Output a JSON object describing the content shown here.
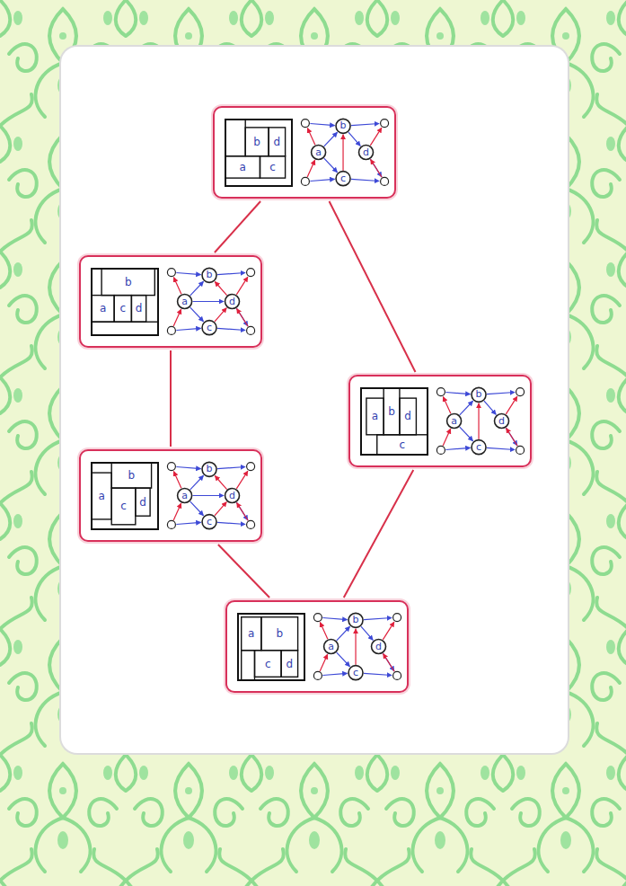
{
  "diagram": {
    "nodes": [
      {
        "text": [
          "b",
          "d",
          "a",
          "c",
          "b",
          "a",
          "d",
          "c"
        ]
      },
      {
        "text": [
          "b",
          "a",
          "c",
          "d",
          "b",
          "a",
          "d",
          "c"
        ]
      },
      {
        "text": [
          "b",
          "a",
          "d",
          "c",
          "b",
          "a",
          "d",
          "c"
        ]
      },
      {
        "text": [
          "b",
          "a",
          "d",
          "c",
          "b",
          "a",
          "d",
          "c"
        ]
      },
      {
        "text": [
          "a",
          "b",
          "c",
          "d",
          "b",
          "a",
          "d",
          "c"
        ]
      }
    ],
    "edges": [
      {
        "from": 0,
        "to": 1,
        "arrow": "none"
      },
      {
        "from": 1,
        "to": 3,
        "arrow": "none"
      },
      {
        "from": 3,
        "to": 4,
        "arrow": "none"
      },
      {
        "from": 0,
        "to": 2,
        "arrow": "none"
      },
      {
        "from": 2,
        "to": 4,
        "arrow": "none"
      }
    ]
  }
}
